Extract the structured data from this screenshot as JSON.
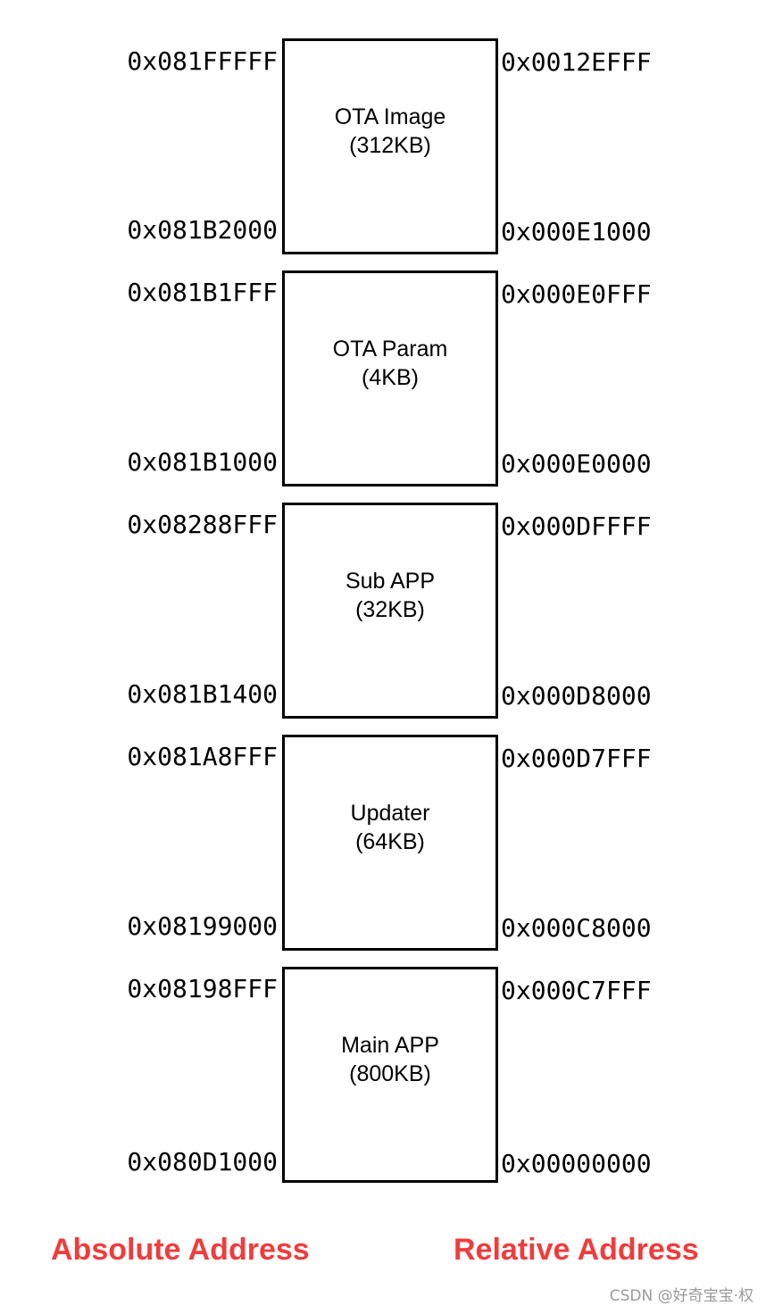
{
  "blocks": [
    {
      "name": "OTA Image",
      "size": "(312KB)",
      "abs_top": "0x081FFFFF",
      "abs_bottom": "0x081B2000",
      "rel_top": "0x0012EFFF",
      "rel_bottom": "0x000E1000"
    },
    {
      "name": "OTA Param",
      "size": "(4KB)",
      "abs_top": "0x081B1FFF",
      "abs_bottom": "0x081B1000",
      "rel_top": "0x000E0FFF",
      "rel_bottom": "0x000E0000"
    },
    {
      "name": "Sub APP",
      "size": "(32KB)",
      "abs_top": "0x08288FFF",
      "abs_bottom": "0x081B1400",
      "rel_top": "0x000DFFFF",
      "rel_bottom": "0x000D8000"
    },
    {
      "name": "Updater",
      "size": "(64KB)",
      "abs_top": "0x081A8FFF",
      "abs_bottom": "0x08199000",
      "rel_top": "0x000D7FFF",
      "rel_bottom": "0x000C8000"
    },
    {
      "name": "Main APP",
      "size": "(800KB)",
      "abs_top": "0x08198FFF",
      "abs_bottom": "0x080D1000",
      "rel_top": "0x000C7FFF",
      "rel_bottom": "0x00000000"
    }
  ],
  "labels": {
    "absolute": "Absolute Address",
    "relative": "Relative Address",
    "color": "#f03c3c"
  },
  "watermark": "CSDN @好奇宝宝·权"
}
